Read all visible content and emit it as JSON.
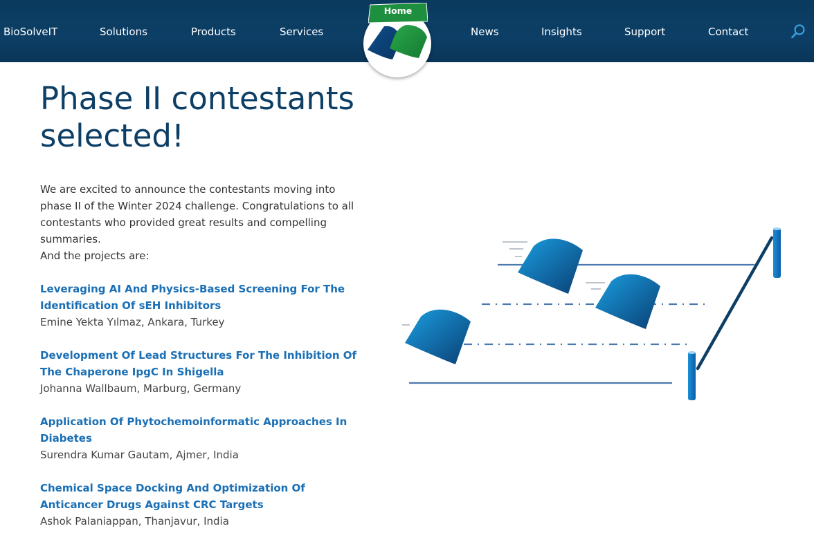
{
  "nav": {
    "items": [
      {
        "label": "BioSolveIT"
      },
      {
        "label": "Solutions"
      },
      {
        "label": "Products"
      },
      {
        "label": "Services"
      },
      {
        "label": "News"
      },
      {
        "label": "Insights"
      },
      {
        "label": "Support"
      },
      {
        "label": "Contact"
      }
    ],
    "home_label": "Home",
    "search_icon": "search-icon"
  },
  "colors": {
    "nav_bg": "#0d3f66",
    "title": "#0d3f66",
    "link": "#1a6fb5",
    "home_tab": "#1e8f3e"
  },
  "article": {
    "title": "Phase II contestants selected!",
    "intro": "We are excited to announce the contestants moving into phase II of the Winter 2024 challenge. Congratulations to all contestants who provided great results and compelling summaries.",
    "intro_2": "And the projects are:",
    "projects": [
      {
        "title": "Leveraging AI And Physics-Based Screening For The Identification Of sEH Inhibitors",
        "author": "Emine Yekta Yılmaz, Ankara, Turkey"
      },
      {
        "title": "Development Of Lead Structures For The Inhibition Of The Chaperone IpgC In Shigella",
        "author": "Johanna Wallbaum, Marburg, Germany"
      },
      {
        "title": "Application Of Phytochemoinformatic Approaches In Diabetes",
        "author": "Surendra Kumar Gautam, Ajmer, India"
      },
      {
        "title": "Chemical Space Docking And Optimization Of Anticancer Drugs Against CRC Targets",
        "author": "Ashok Palaniappan, Thanjavur, India"
      }
    ]
  }
}
